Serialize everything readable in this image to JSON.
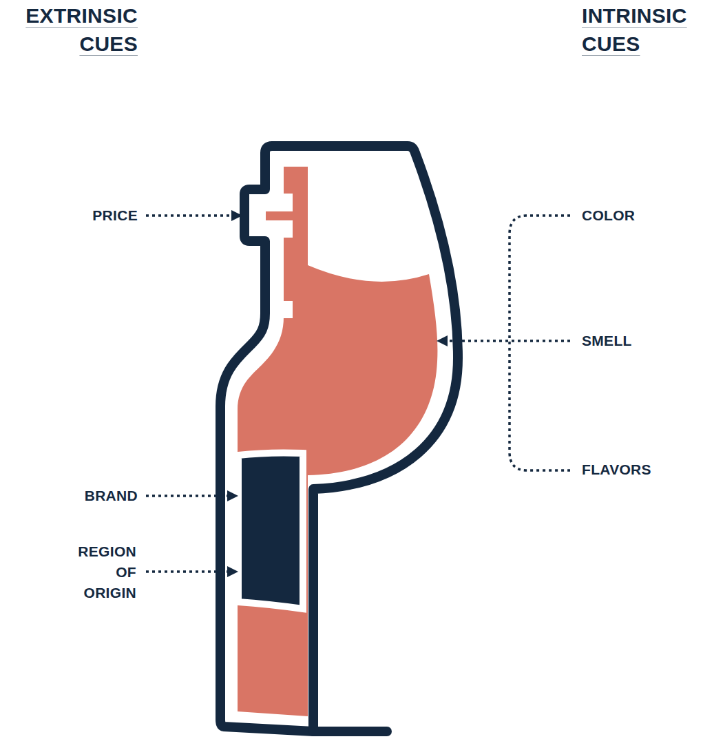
{
  "diagram": {
    "labels": [
      "EXTRINSIC CUES",
      "INTRINSIC CUES",
      "PRICE",
      "BRAND",
      "REGION OF ORIGIN",
      "COLOR",
      "SMELL",
      "FLAVORS"
    ]
  }
}
